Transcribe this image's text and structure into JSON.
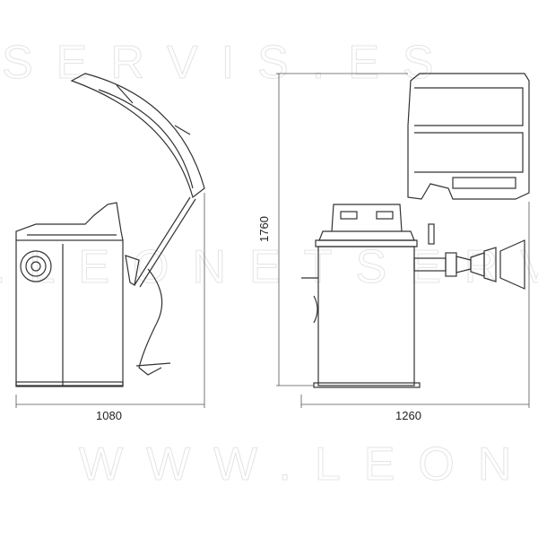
{
  "watermarks": {
    "top": "SERVIS.ES",
    "middle": ".LEONETSERVIS",
    "bottom": "WWW.LEONET"
  },
  "dimensions": {
    "left_width": "1080",
    "right_width": "1260",
    "height": "1760"
  },
  "colors": {
    "line": "#333333",
    "watermark": "#e4e4e4"
  }
}
